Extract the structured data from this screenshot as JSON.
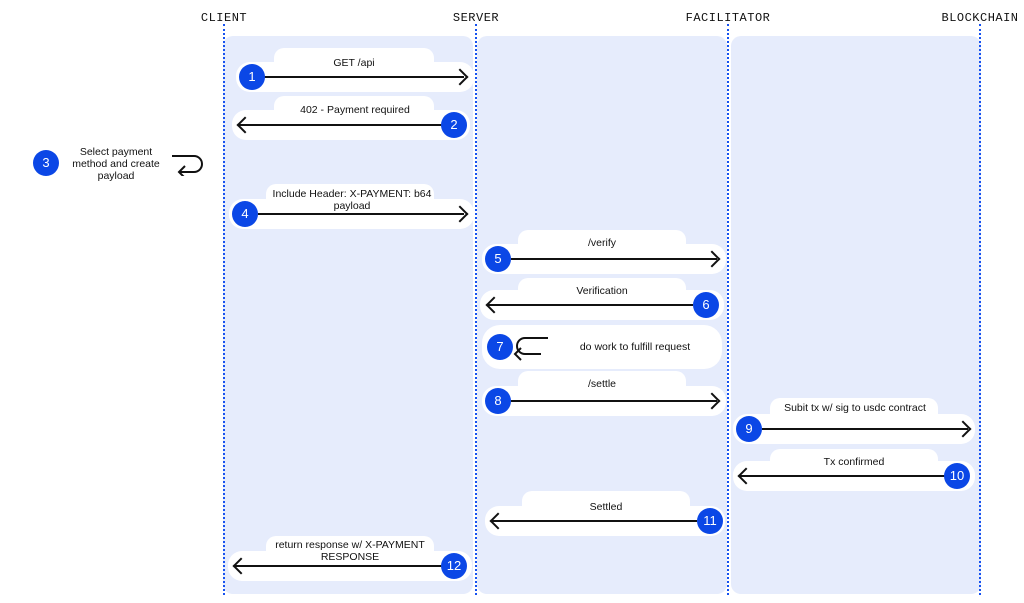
{
  "lanes": {
    "client": "CLIENT",
    "server": "SERVER",
    "facilitator": "FACILITATOR",
    "blockchain": "BLOCKCHAIN"
  },
  "steps": [
    {
      "num": "1",
      "text": "GET /api"
    },
    {
      "num": "2",
      "text": "402 - Payment required"
    },
    {
      "num": "3",
      "text": "Select payment method and create payload"
    },
    {
      "num": "4",
      "text": "Include Header: X-PAYMENT: b64 payload"
    },
    {
      "num": "5",
      "text": "/verify"
    },
    {
      "num": "6",
      "text": "Verification"
    },
    {
      "num": "7",
      "text": "do work to fulfill request"
    },
    {
      "num": "8",
      "text": "/settle"
    },
    {
      "num": "9",
      "text": "Subit tx w/ sig to usdc contract"
    },
    {
      "num": "10",
      "text": "Tx confirmed"
    },
    {
      "num": "11",
      "text": "Settled"
    },
    {
      "num": "12",
      "text": "return response w/ X-PAYMENT RESPONSE"
    }
  ],
  "colors": {
    "accent": "#0b47e6",
    "lane_bg": "#e6ecfc",
    "lifeline": "#1652f0"
  }
}
